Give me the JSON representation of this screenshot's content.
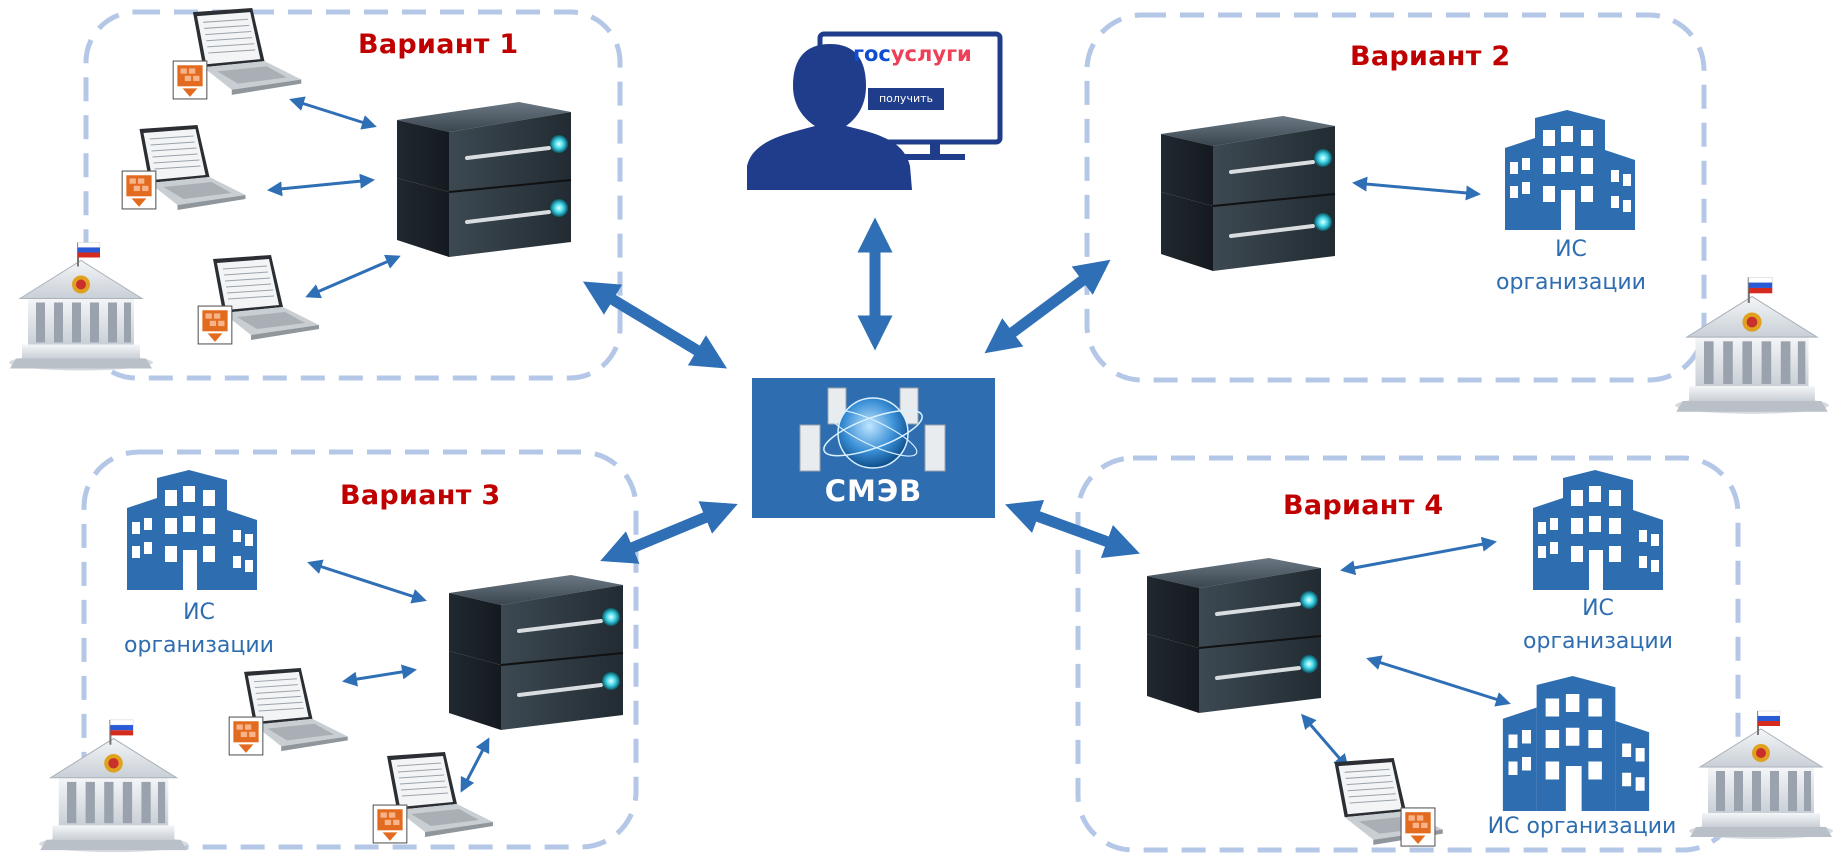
{
  "variants": {
    "v1": "Вариант 1",
    "v2": "Вариант 2",
    "v3": "Вариант 3",
    "v4": "Вариант 4"
  },
  "labels": {
    "is_org_v2": [
      "ИС",
      "организации"
    ],
    "is_org_v3": [
      "ИС",
      "организации"
    ],
    "is_org_v4_top": [
      "ИС",
      "организации"
    ],
    "is_org_v4_bottom": "ИС организации"
  },
  "center": {
    "title": "СМЭВ"
  },
  "portal": {
    "logo_part1": "гос",
    "logo_part2": "услуги",
    "button": "получить"
  },
  "colors": {
    "accent_blue": "#2e6db0",
    "arrow_blue": "#2f6fb6",
    "variant_red": "#c00000",
    "dash_border": "#b4c7e7",
    "server_dark": "#2f3a44",
    "server_led": "#3fd6e8",
    "person": "#1f3d8a",
    "gos_blue": "#0d4cd3",
    "gos_red": "#ee3f58"
  }
}
